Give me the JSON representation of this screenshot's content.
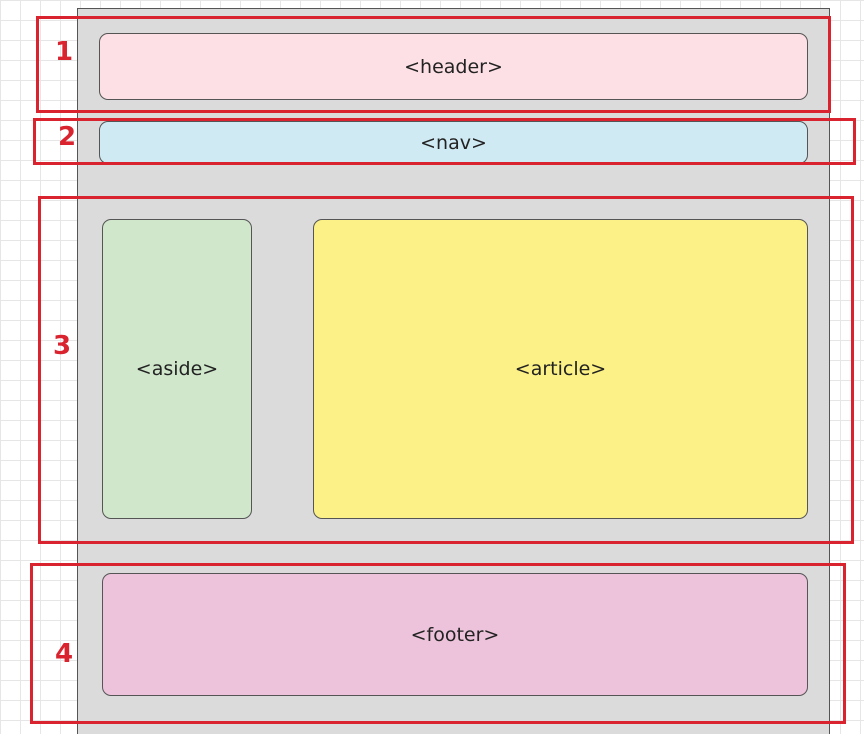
{
  "regions": {
    "header": {
      "label": "<header>",
      "color": "#fde0e5"
    },
    "nav": {
      "label": "<nav>",
      "color": "#d0eaf4"
    },
    "aside": {
      "label": "<aside>",
      "color": "#d0e7cc"
    },
    "article": {
      "label": "<article>",
      "color": "#fcf186"
    },
    "footer": {
      "label": "<footer>",
      "color": "#ecc3da"
    }
  },
  "callouts": [
    {
      "number": "1"
    },
    {
      "number": "2"
    },
    {
      "number": "3"
    },
    {
      "number": "4"
    }
  ],
  "colors": {
    "callout": "#d9232e",
    "page_background": "#dbdbdb",
    "grid": "#e6e6e6"
  }
}
